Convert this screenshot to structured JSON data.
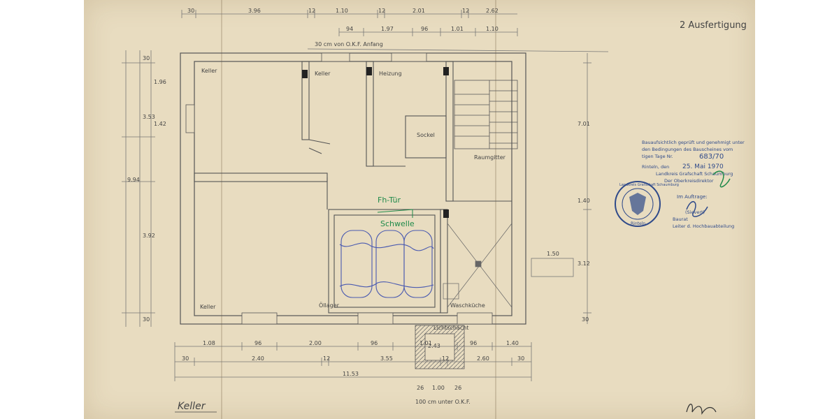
{
  "header": {
    "copy_label": "2 Ausfertigung",
    "top_dims": [
      "30",
      "3.96",
      "12",
      "1.10",
      "12",
      "2.01",
      "12",
      "2.62"
    ],
    "second_dims": [
      "94",
      "1.97",
      "96",
      "1.01",
      "1.10"
    ],
    "ceiling_note": "30 cm von O.K.F. Anfang"
  },
  "rooms": {
    "keller_top_left": "Keller",
    "keller_top_mid": "Keller",
    "heizung": "Heizung",
    "sockel": "Sockel",
    "keller_bottom_left": "Keller",
    "oellager": "Öllager",
    "waschkueche": "Waschküche",
    "raumgitter": "Raumgitter"
  },
  "annotations": {
    "green_door": "Fh-Tür",
    "green_threshold": "Schwelle",
    "lichtschacht": "Lichtschacht"
  },
  "bottom": {
    "dims_row1": [
      "1.08",
      "96",
      "2.00",
      "96",
      "1.01",
      "96",
      "1.40"
    ],
    "dims_row2": [
      "30",
      "2.40",
      "12",
      "3.55",
      "12",
      "2.60",
      "30"
    ],
    "total": "11.53",
    "small_dims": [
      "1.00",
      "26",
      "26"
    ],
    "depth_note": "100 cm unter O.K.F.",
    "shaft_width": "2.43"
  },
  "left_dims": [
    "30",
    "1.96",
    "3.53",
    "1.42",
    "3.92",
    "9.94",
    "30"
  ],
  "right_dims": [
    "7.01",
    "1.40",
    "1.50",
    "3.12",
    "30"
  ],
  "approval": {
    "lines": [
      "Bauaufsichtlich geprüft und genehmigt unter",
      "den Bedingungen des Bauscheines vom",
      "tigen Tage Nr."
    ],
    "number": "683/70",
    "place_label": "Rinteln, den",
    "date": "25. Mai 1970",
    "authority_1": "Landkreis Grafschaft Schaumburg",
    "authority_2": "Der Oberkreisdirektor",
    "on_behalf": "Im Auftrage:",
    "official_name": "(Sievert)",
    "official_title_1": "Baurat",
    "official_title_2": "Leiter d. Hochbauabteilung"
  },
  "seal": {
    "top_text": "Landkreis Grafschaft Schaumburg",
    "bottom_text": "Rinteln"
  },
  "footer": {
    "title": "Keller"
  },
  "colors": {
    "paper": "#e8dcc0",
    "pencil": "#5a5a5a",
    "stamp_blue": "#2f4a8a",
    "green_marker": "#1f8a4a",
    "blue_pen": "#4a5ab0"
  }
}
